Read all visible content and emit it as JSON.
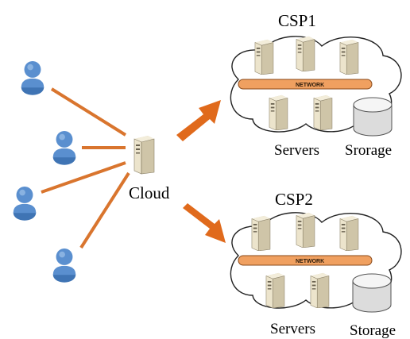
{
  "hub": {
    "label": "Cloud"
  },
  "providers": [
    {
      "title": "CSP1",
      "network_label": "NETWORK",
      "servers_label": "Servers",
      "storage_label": "Srorage"
    },
    {
      "title": "CSP2",
      "network_label": "NETWORK",
      "servers_label": "Servers",
      "storage_label": "Storage"
    }
  ],
  "users": [
    {},
    {},
    {},
    {}
  ],
  "colors": {
    "link_orange": "#d9752e",
    "arrow_orange": "#e06a1c",
    "user_blue": "#4f86c6",
    "server_beige": "#e8e0c8",
    "network_bar": "#f0a060",
    "storage_gray": "#dcdcdc"
  },
  "icons": {
    "user": "user-icon",
    "server": "server-icon",
    "storage": "storage-icon",
    "arrow": "arrow-right-icon"
  }
}
